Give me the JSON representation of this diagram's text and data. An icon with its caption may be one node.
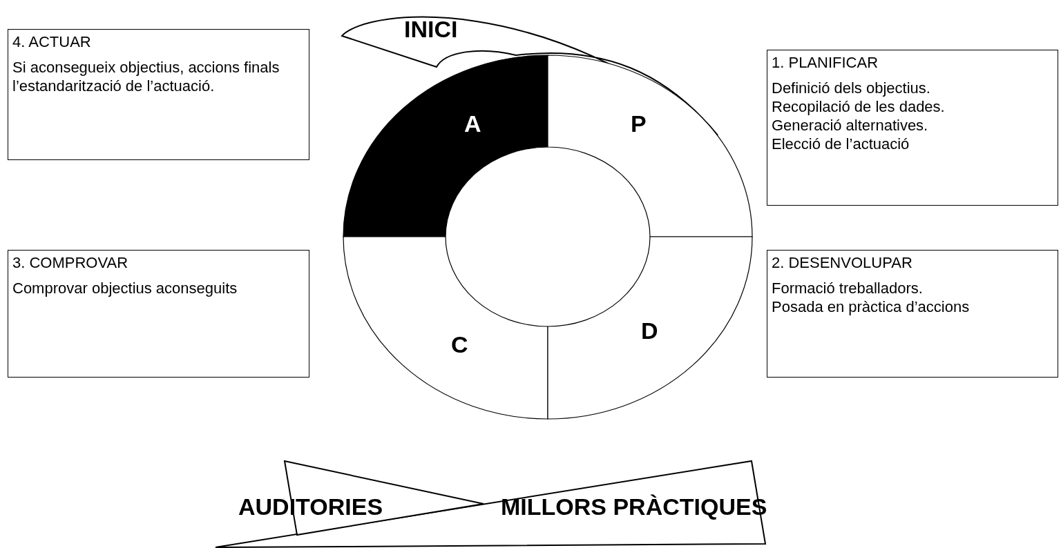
{
  "diagram": {
    "nodes": [
      {
        "text": [
          "INICI"
        ]
      },
      {
        "text": [
          "4. ACTUAR",
          "Si aconsegueix objectius, accions finals l’estandarització de l’actuació."
        ]
      },
      {
        "text": [
          "A"
        ]
      },
      {
        "text": [
          "P"
        ]
      },
      {
        "text": [
          "1. PLANIFICAR",
          "Definició dels objectius.",
          "Recopilació de les dades.",
          "Generació alternatives.",
          "Elecció de l’actuació"
        ]
      },
      {
        "text": [
          "3. COMPROVAR",
          "Comprovar objectius aconseguits"
        ]
      },
      {
        "text": [
          "C"
        ]
      },
      {
        "text": [
          "D"
        ]
      },
      {
        "text": [
          "2. DESENVOLUPAR",
          "Formació treballadors.",
          "Posada en pràctica d’accions"
        ]
      },
      {
        "text": [
          "AUDITORIES"
        ]
      },
      {
        "text": [
          "MILLORS PRÀCTIQUES"
        ]
      }
    ]
  }
}
